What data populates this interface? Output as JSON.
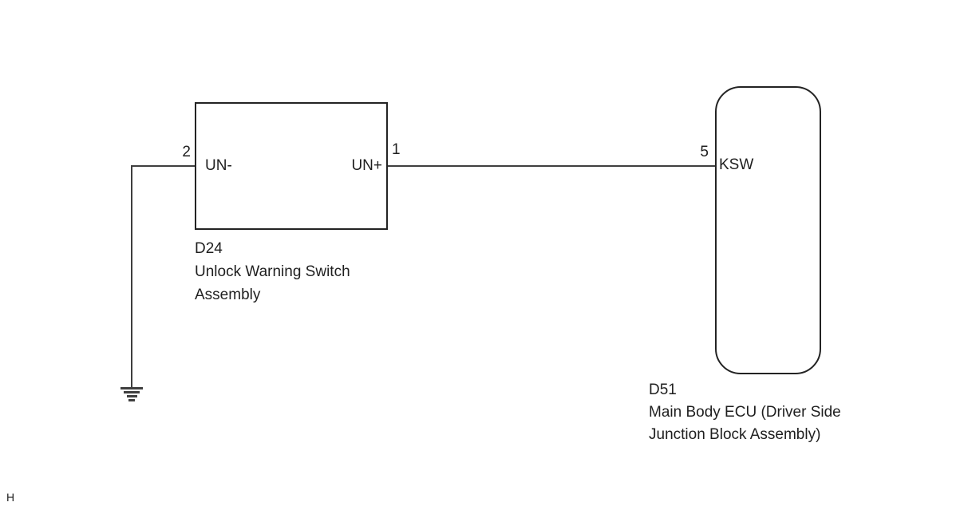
{
  "page_marker": "H",
  "colors": {
    "line": "#3f3f3f",
    "border": "#232323",
    "text": "#1f1f1f",
    "bg": "#ffffff"
  },
  "d24": {
    "code": "D24",
    "name_line1": "Unlock Warning Switch",
    "name_line2": "Assembly",
    "pin_left_number": "2",
    "pin_left_label": "UN-",
    "pin_right_number": "1",
    "pin_right_label": "UN+"
  },
  "d51": {
    "code": "D51",
    "name_line1": "Main Body ECU (Driver Side",
    "name_line2": "Junction Block Assembly)",
    "pin_number": "5",
    "pin_label": "KSW"
  },
  "icons": {
    "ground": "ground-icon"
  }
}
